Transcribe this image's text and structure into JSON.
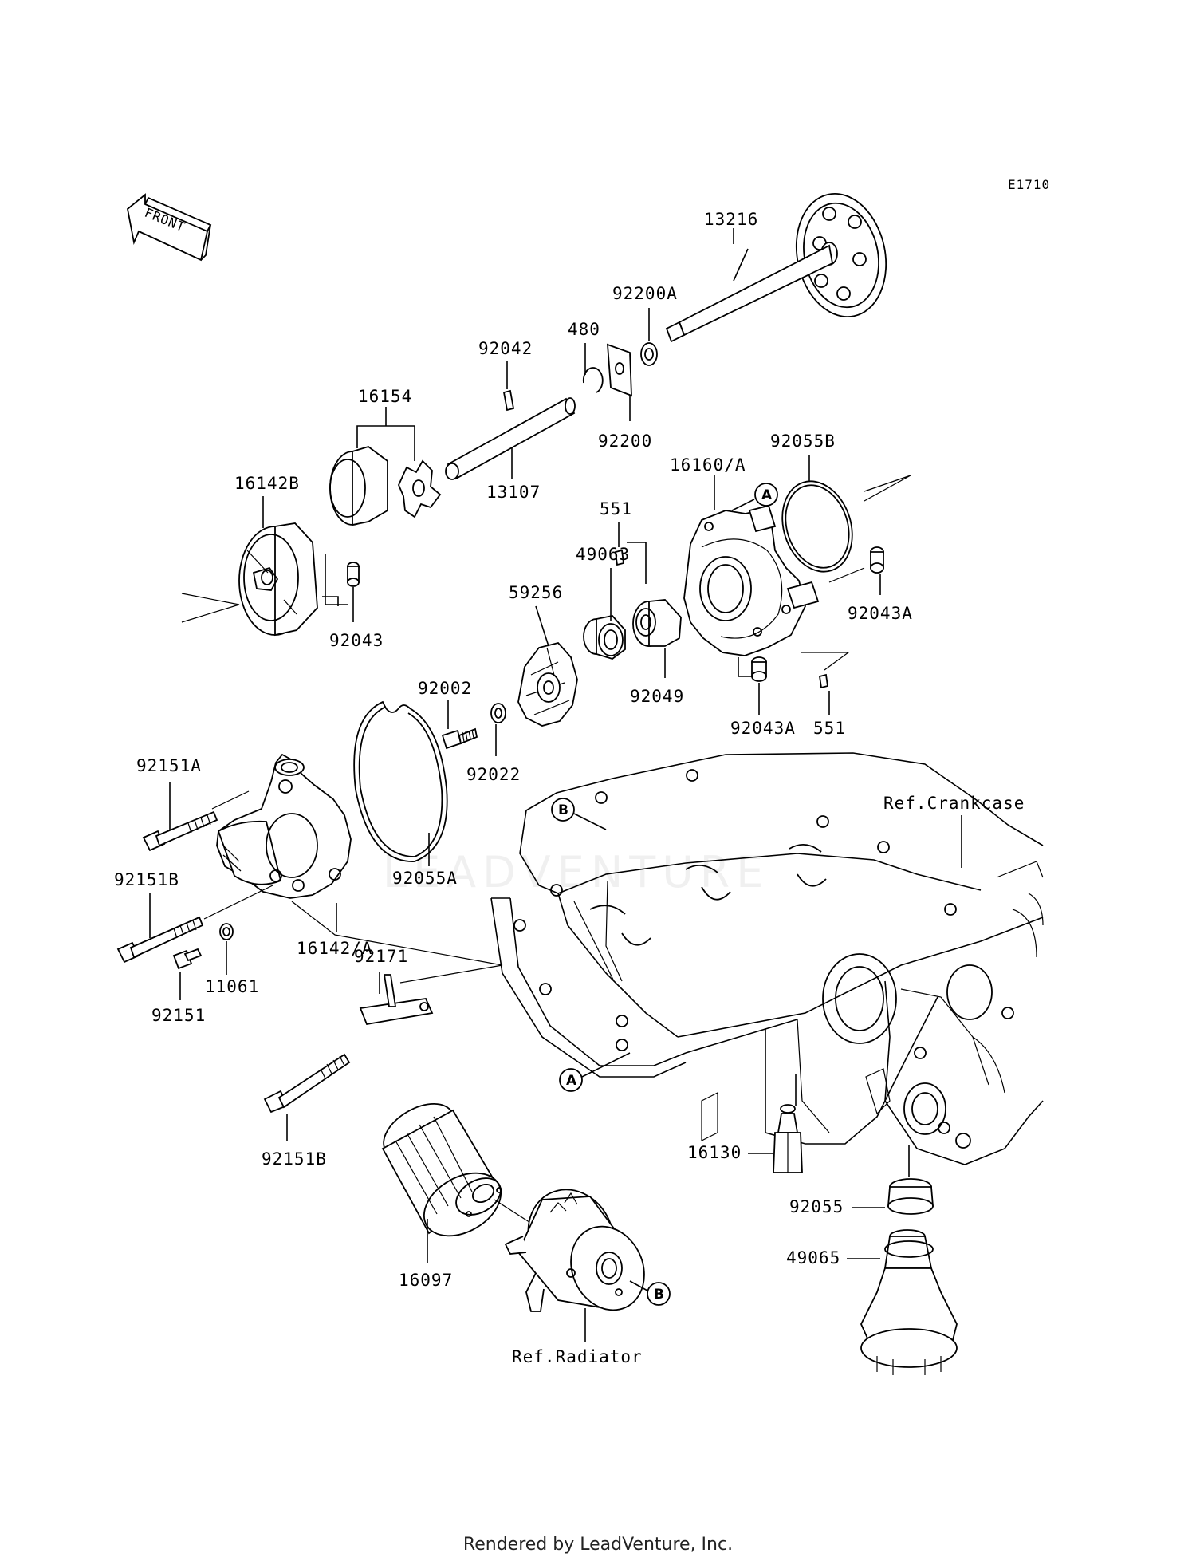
{
  "diagram_code": "E1710",
  "front_label": "FRONT",
  "footer": "Rendered by LeadVenture, Inc.",
  "watermark": "LEADVENTURE",
  "parts": {
    "p13216": "13216",
    "p92200A": "92200A",
    "p92042": "92042",
    "p480": "480",
    "p16154": "16154",
    "p92200": "92200",
    "p13107": "13107",
    "p16142B": "16142B",
    "p16160A": "16160/A",
    "p92055B": "92055B",
    "p551_top": "551",
    "p49063": "49063",
    "p59256": "59256",
    "p92043": "92043",
    "p92043A_right": "92043A",
    "p92049": "92049",
    "p92002": "92002",
    "p92043A_bottom": "92043A",
    "p551_bottom": "551",
    "p92022": "92022",
    "p92151A": "92151A",
    "p92055A": "92055A",
    "p92151B_top": "92151B",
    "p16142A": "16142/A",
    "p92171": "92171",
    "p11061": "11061",
    "p92151": "92151",
    "p92151B_bottom": "92151B",
    "p16130": "16130",
    "p92055": "92055",
    "p49065": "49065",
    "p16097": "16097"
  },
  "references": {
    "crankcase": "Ref.Crankcase",
    "radiator": "Ref.Radiator"
  },
  "callouts": {
    "a_top": "A",
    "a_bottom": "A",
    "b_top": "B",
    "b_bottom": "B"
  }
}
